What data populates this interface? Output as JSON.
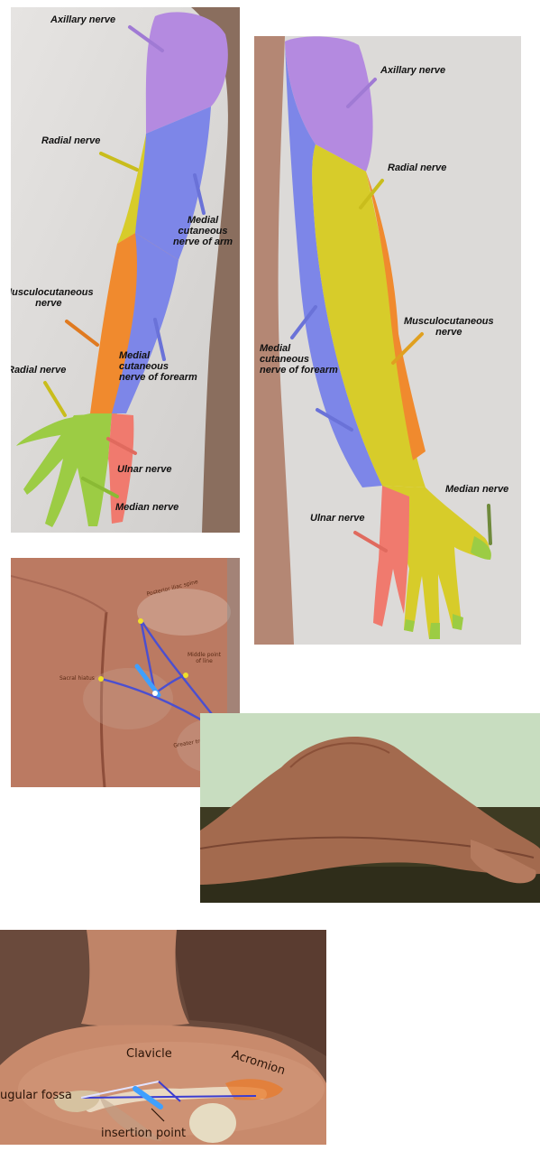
{
  "arm_front": {
    "labels": {
      "axillary": "Axillary nerve",
      "radial_upper": "Radial nerve",
      "medial_cutaneous_arm": "Medial\ncutaneous\nnerve of arm",
      "musculocutaneous": "Musculocutaneous\nnerve",
      "medial_cutaneous_forearm": "Medial\ncutaneous\nnerve of forearm",
      "radial_lower": "Radial nerve",
      "ulnar": "Ulnar nerve",
      "median": "Median nerve"
    }
  },
  "arm_back": {
    "labels": {
      "axillary": "Axillary nerve",
      "radial": "Radial nerve",
      "musculocutaneous": "Musculocutaneous\nnerve",
      "medial_cutaneous_forearm": "Medial\ncutaneous\nnerve of forearm",
      "median": "Median nerve",
      "ulnar": "Ulnar nerve"
    }
  },
  "buttock": {
    "labels": {
      "top": "Posterior iliac spine",
      "mid_right": "Middle point\nof line",
      "left": "Sacral hiatus",
      "bottom_right": "Greater trochanter"
    }
  },
  "shoulder": {
    "labels": {
      "clavicle": "Clavicle",
      "acromion": "Acromion",
      "jugular_fossa": "ugular fossa",
      "insertion_point": "insertion point"
    }
  },
  "colors": {
    "axillary": "#b48ae0",
    "radial": "#d7cc2a",
    "medial_cutaneous": "#7d86e8",
    "musculocutaneous": "#f08a2e",
    "ulnar": "#f07a6e",
    "median_hand": "#9ccc44",
    "skin": "#c4866a",
    "background": "#d9d7d5"
  }
}
